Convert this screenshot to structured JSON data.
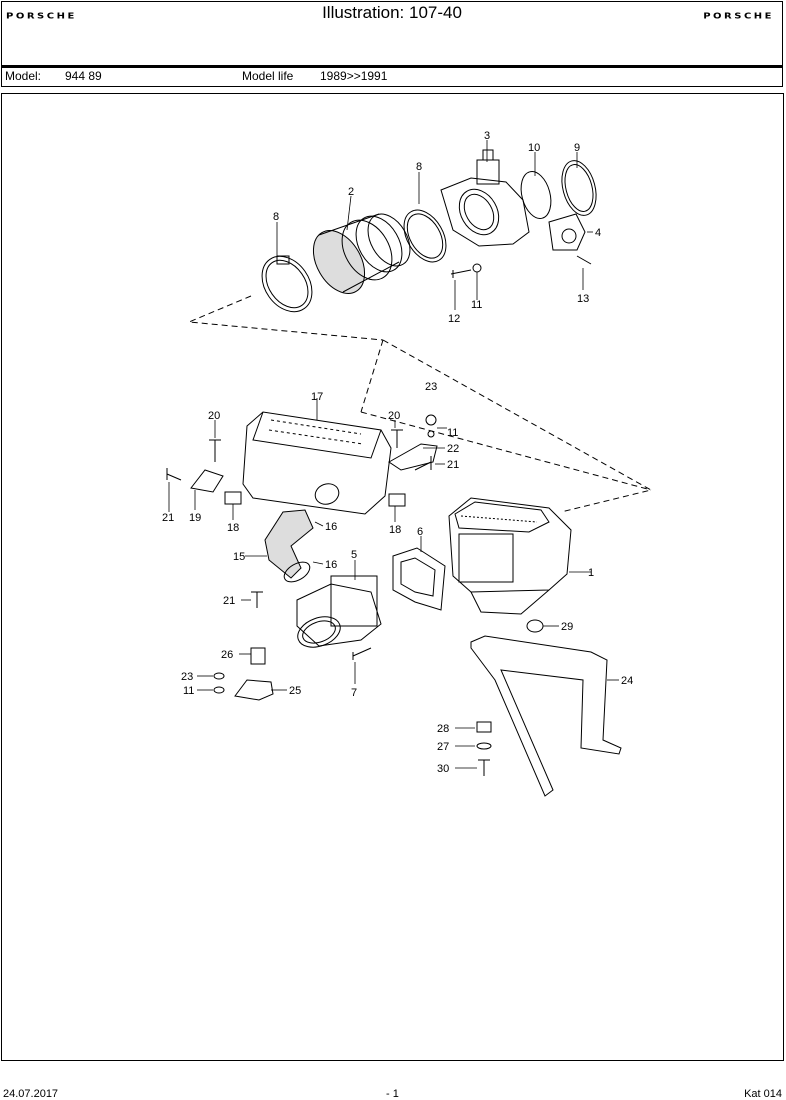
{
  "header": {
    "brand_left": "PORSCHE",
    "title": "Illustration: 107-40",
    "brand_right": "PORSCHE"
  },
  "model_row": {
    "model_label": "Model:",
    "model_value": "944 89",
    "life_label": "Model life",
    "life_value": "1989>>1991"
  },
  "diagram": {
    "callouts": [
      "1",
      "2",
      "3",
      "4",
      "5",
      "6",
      "7",
      "8",
      "8",
      "9",
      "10",
      "11",
      "11",
      "11",
      "12",
      "13",
      "15",
      "16",
      "16",
      "17",
      "18",
      "18",
      "19",
      "20",
      "20",
      "21",
      "21",
      "21",
      "22",
      "23",
      "23",
      "24",
      "25",
      "26",
      "27",
      "28",
      "29",
      "30"
    ]
  },
  "footer": {
    "date": "24.07.2017",
    "page": "- 1",
    "catalog": "Kat 014"
  }
}
